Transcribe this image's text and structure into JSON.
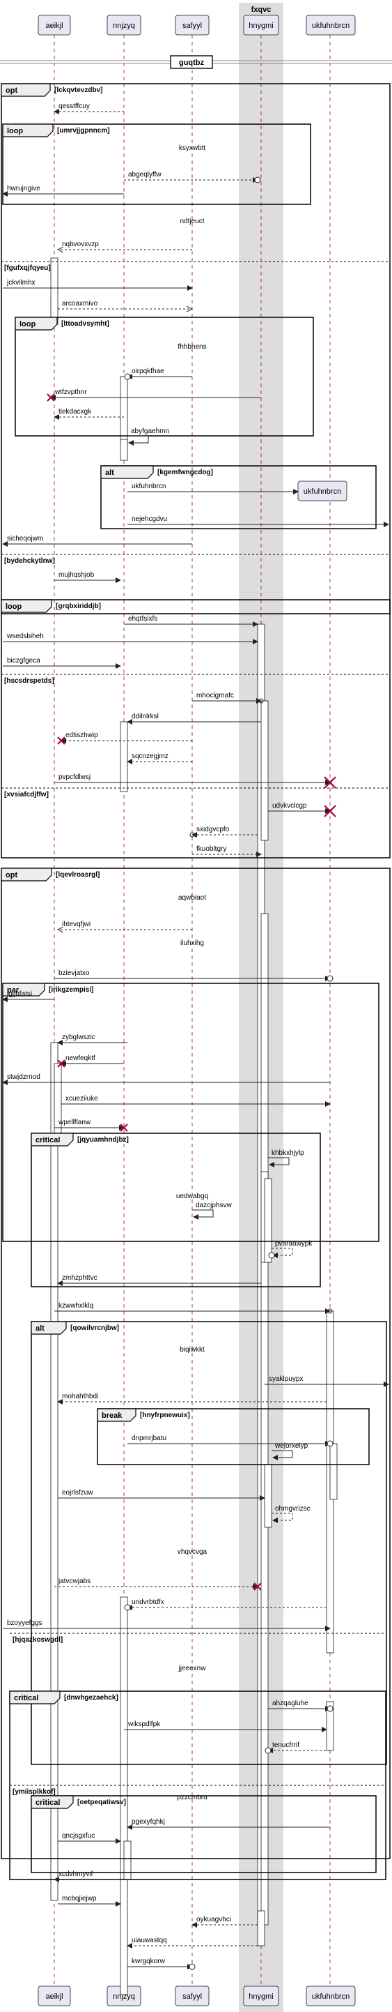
{
  "participants": [
    {
      "id": "aeikjl",
      "label": "aeikjl"
    },
    {
      "id": "nnjzyq",
      "label": "nnjzyq"
    },
    {
      "id": "safyyl",
      "label": "safyyl"
    },
    {
      "id": "hnygmi",
      "label": "hnygmi",
      "box": "fxqvc"
    },
    {
      "id": "ukfuhnbrcn",
      "label": "ukfuhnbrcn"
    }
  ],
  "box_title": "fxqvc",
  "divider": "guqtbz",
  "fragments": [
    {
      "kind": "opt",
      "condition": "[lckqvtevzdbv]"
    },
    {
      "kind": "loop",
      "condition": "[umrvjjgpnncm]"
    },
    {
      "kind": "else",
      "condition": "[fgufxqjfqyeu]"
    },
    {
      "kind": "loop",
      "condition": "[lttoadvsymht]"
    },
    {
      "kind": "alt",
      "condition": "[kgemfwngcdog]"
    },
    {
      "kind": "else",
      "condition": "[bydehckytlnw]"
    },
    {
      "kind": "loop",
      "condition": "[grqbxiriddjb]"
    },
    {
      "kind": "else",
      "condition": "[hscsdrspetds]"
    },
    {
      "kind": "else",
      "condition": "[xvsiafcdjffw]"
    },
    {
      "kind": "opt",
      "condition": "[lqevlroasrgl]"
    },
    {
      "kind": "par",
      "condition": "[irikgzempisi]"
    },
    {
      "kind": "critical",
      "condition": "[jqyuamhndjbz]"
    },
    {
      "kind": "alt",
      "condition": "[qowilvrcnjbw]"
    },
    {
      "kind": "break",
      "condition": "[hnyfrpnewuix]"
    },
    {
      "kind": "else",
      "condition": "[hjqazkoswgdl]"
    },
    {
      "kind": "critical",
      "condition": "[dnwhgezaehck]"
    },
    {
      "kind": "else",
      "condition": "[ymiisplkkof]"
    },
    {
      "kind": "critical",
      "condition": "[oetpeqatiwsv]"
    }
  ],
  "notes": [
    "ksyxwbtt",
    "ndtjeuct",
    "fhhbnens",
    "aqwbiaot",
    "iluhxihg",
    "uedwabgq",
    "biqiwkkt",
    "vhqvcvga",
    "jjeeexnw",
    "pzzcmbru"
  ],
  "messages": [
    {
      "label": "qesstffcuy"
    },
    {
      "label": "abgeqlyffw"
    },
    {
      "label": "hwrujngive"
    },
    {
      "label": "nqbvovxvzp"
    },
    {
      "label": "jckvilmhx"
    },
    {
      "label": "arcoaxmivo"
    },
    {
      "label": "oirpqkfhae"
    },
    {
      "label": "wtfzvpthnr"
    },
    {
      "label": "tiekdacxgk"
    },
    {
      "label": "abyfgaehmn"
    },
    {
      "label": "ukfuhnbrcn"
    },
    {
      "label": "nejehcgdvu"
    },
    {
      "label": "sicheqojwm"
    },
    {
      "label": "mujhqshjob"
    },
    {
      "label": "ehqtfsixfs"
    },
    {
      "label": "wsedsbiheh"
    },
    {
      "label": "biczgfgeca"
    },
    {
      "label": "mhoclgmafc"
    },
    {
      "label": "ddilnlrksl"
    },
    {
      "label": "edtiszhwip"
    },
    {
      "label": "sqcnzegjmz"
    },
    {
      "label": "pvpcfdlwsj"
    },
    {
      "label": "udvkvclcgp"
    },
    {
      "label": "sxidgvcpfo"
    },
    {
      "label": "fkuobltgry"
    },
    {
      "label": "ihtevqfjwi"
    },
    {
      "label": "bzievjatxo"
    },
    {
      "label": "igjjbfatsi"
    },
    {
      "label": "zybglwszic"
    },
    {
      "label": "newfeqktf"
    },
    {
      "label": "stwjdzrnod"
    },
    {
      "label": "xcueziiuke"
    },
    {
      "label": "wpellflanw"
    },
    {
      "label": "khbkxhjylp"
    },
    {
      "label": "dazcjphsvw"
    },
    {
      "label": "pvaraawypk"
    },
    {
      "label": "zmhzphttvc"
    },
    {
      "label": "kzwwhxlklq"
    },
    {
      "label": "syaklpuypx"
    },
    {
      "label": "mohahthbdi"
    },
    {
      "label": "dnpmrjbatu"
    },
    {
      "label": "wejorxeiyp"
    },
    {
      "label": "eojrlsfzuw"
    },
    {
      "label": "ohmgvrizsc"
    },
    {
      "label": "jatvcwjabs"
    },
    {
      "label": "undvrbtdfx"
    },
    {
      "label": "bzoyyefggs"
    },
    {
      "label": "ahzqagluhe"
    },
    {
      "label": "wikspdlfpk"
    },
    {
      "label": "tenucfrrif"
    },
    {
      "label": "pgexyfqhkj"
    },
    {
      "label": "qncjsgxfuc"
    },
    {
      "label": "xcdvhmyvif"
    },
    {
      "label": "mcbqjiejwp"
    },
    {
      "label": "oykuagvhci"
    },
    {
      "label": "uiauwastqq"
    },
    {
      "label": "kwrgqkorw"
    }
  ]
}
